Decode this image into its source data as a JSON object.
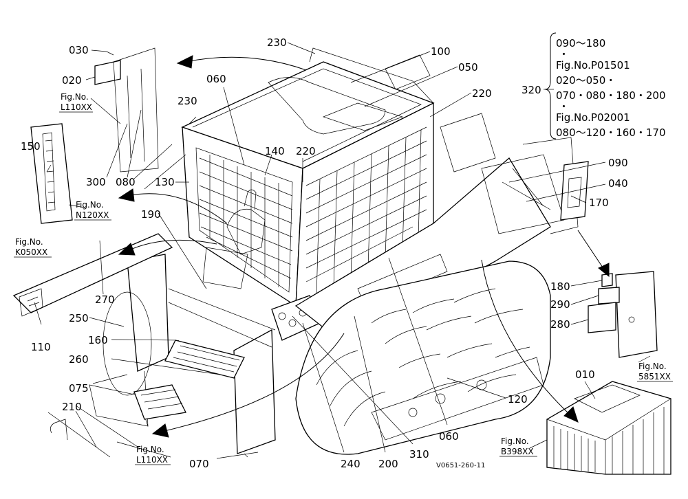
{
  "callouts": [
    {
      "id": "c030",
      "text": "030"
    },
    {
      "id": "c020",
      "text": "020"
    },
    {
      "id": "c150",
      "text": "150"
    },
    {
      "id": "c300",
      "text": "300"
    },
    {
      "id": "c080",
      "text": "080"
    },
    {
      "id": "c230a",
      "text": "230"
    },
    {
      "id": "c230b",
      "text": "230"
    },
    {
      "id": "c060a",
      "text": "060"
    },
    {
      "id": "c100",
      "text": "100"
    },
    {
      "id": "c050",
      "text": "050"
    },
    {
      "id": "c220a",
      "text": "220"
    },
    {
      "id": "c140",
      "text": "140"
    },
    {
      "id": "c220b",
      "text": "220"
    },
    {
      "id": "c130",
      "text": "130"
    },
    {
      "id": "c190",
      "text": "190"
    },
    {
      "id": "c270",
      "text": "270"
    },
    {
      "id": "c110",
      "text": "110"
    },
    {
      "id": "c250",
      "text": "250"
    },
    {
      "id": "c160",
      "text": "160"
    },
    {
      "id": "c260",
      "text": "260"
    },
    {
      "id": "c075",
      "text": "075"
    },
    {
      "id": "c210",
      "text": "210"
    },
    {
      "id": "c070",
      "text": "070"
    },
    {
      "id": "c240",
      "text": "240"
    },
    {
      "id": "c200",
      "text": "200"
    },
    {
      "id": "c310",
      "text": "310"
    },
    {
      "id": "c060b",
      "text": "060"
    },
    {
      "id": "c120",
      "text": "120"
    },
    {
      "id": "c090",
      "text": "090"
    },
    {
      "id": "c040",
      "text": "040"
    },
    {
      "id": "c170",
      "text": "170"
    },
    {
      "id": "c180",
      "text": "180"
    },
    {
      "id": "c290",
      "text": "290"
    },
    {
      "id": "c280",
      "text": "280"
    },
    {
      "id": "c010",
      "text": "010"
    },
    {
      "id": "c320",
      "text": "320"
    }
  ],
  "fig_refs": [
    {
      "id": "l110_top",
      "line1": "Fig.No.",
      "line2": "L110XX"
    },
    {
      "id": "n120",
      "line1": "Fig.No.",
      "line2": "N120XX"
    },
    {
      "id": "k050",
      "line1": "Fig.No.",
      "line2": "K050XX"
    },
    {
      "id": "l110_bottom",
      "line1": "Fig.No.",
      "line2": "L110XX"
    },
    {
      "id": "b398",
      "line1": "Fig.No.",
      "line2": "B398XX"
    },
    {
      "id": "s5851",
      "line1": "Fig.No.",
      "line2": "5851XX"
    }
  ],
  "set_note": [
    "090～180",
    "・",
    "Fig.No.P01501",
    "020～050・",
    "070・080・180・200",
    "・",
    "Fig.No.P02001",
    "080～120・160・170"
  ],
  "drawing_code": "V0651-260-11"
}
